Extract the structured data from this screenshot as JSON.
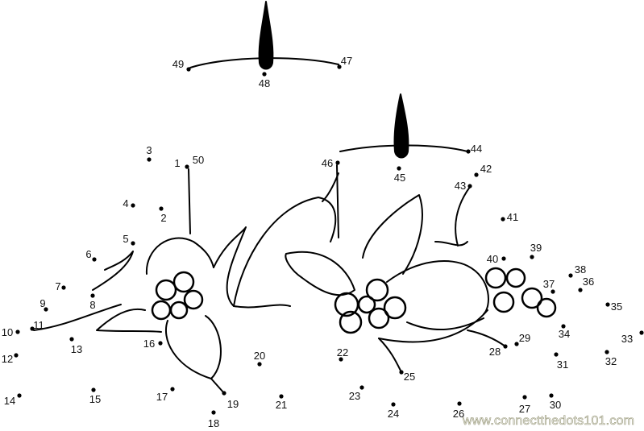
{
  "puzzle": {
    "dot_labels": [
      "1",
      "2",
      "3",
      "4",
      "5",
      "6",
      "7",
      "8",
      "9",
      "10",
      "11",
      "12",
      "13",
      "14",
      "15",
      "16",
      "17",
      "18",
      "19",
      "20",
      "21",
      "22",
      "23",
      "24",
      "25",
      "26",
      "27",
      "28",
      "29",
      "30",
      "31",
      "32",
      "33",
      "34",
      "35",
      "36",
      "37",
      "38",
      "39",
      "40",
      "41",
      "42",
      "43",
      "44",
      "45",
      "46",
      "47",
      "48",
      "49",
      "50"
    ]
  },
  "watermark": "www.connectthedots101.com"
}
